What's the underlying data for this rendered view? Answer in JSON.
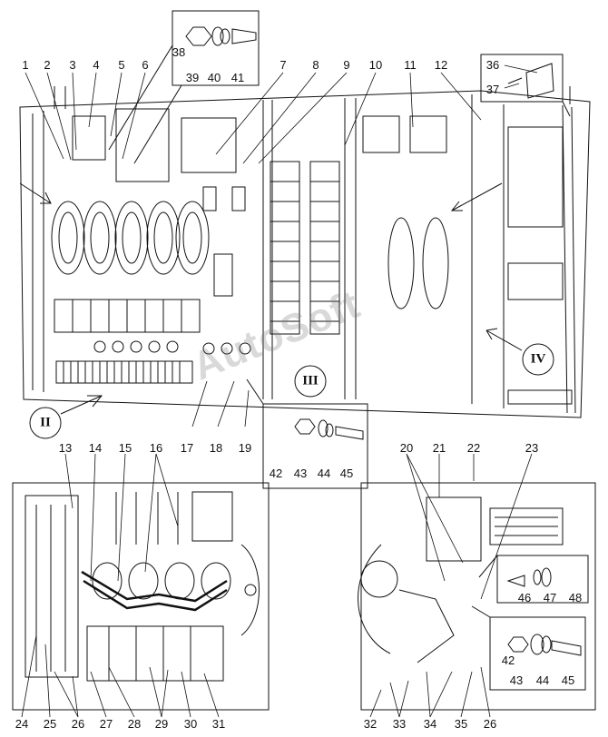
{
  "diagram": {
    "callouts_main": [
      "1",
      "2",
      "3",
      "4",
      "5",
      "6",
      "7",
      "8",
      "9",
      "10",
      "11",
      "12",
      "17",
      "18",
      "19"
    ],
    "callouts_inset_top": [
      "38",
      "39",
      "40",
      "41"
    ],
    "callouts_inset_right_top": [
      "36",
      "37"
    ],
    "callouts_inset_middle": [
      "42",
      "43",
      "44",
      "45"
    ],
    "callouts_left_view": [
      "13",
      "14",
      "15",
      "16",
      "24",
      "25",
      "26",
      "27",
      "28",
      "29",
      "30",
      "31"
    ],
    "callouts_right_view": [
      "20",
      "21",
      "22",
      "23",
      "32",
      "33",
      "34",
      "35",
      "26"
    ],
    "callouts_inset_right_view_a": [
      "46",
      "47",
      "48"
    ],
    "callouts_inset_right_view_b": [
      "42",
      "43",
      "44",
      "45"
    ],
    "view_markers": [
      "II",
      "III",
      "IV"
    ],
    "watermark": "AutoSoft"
  }
}
